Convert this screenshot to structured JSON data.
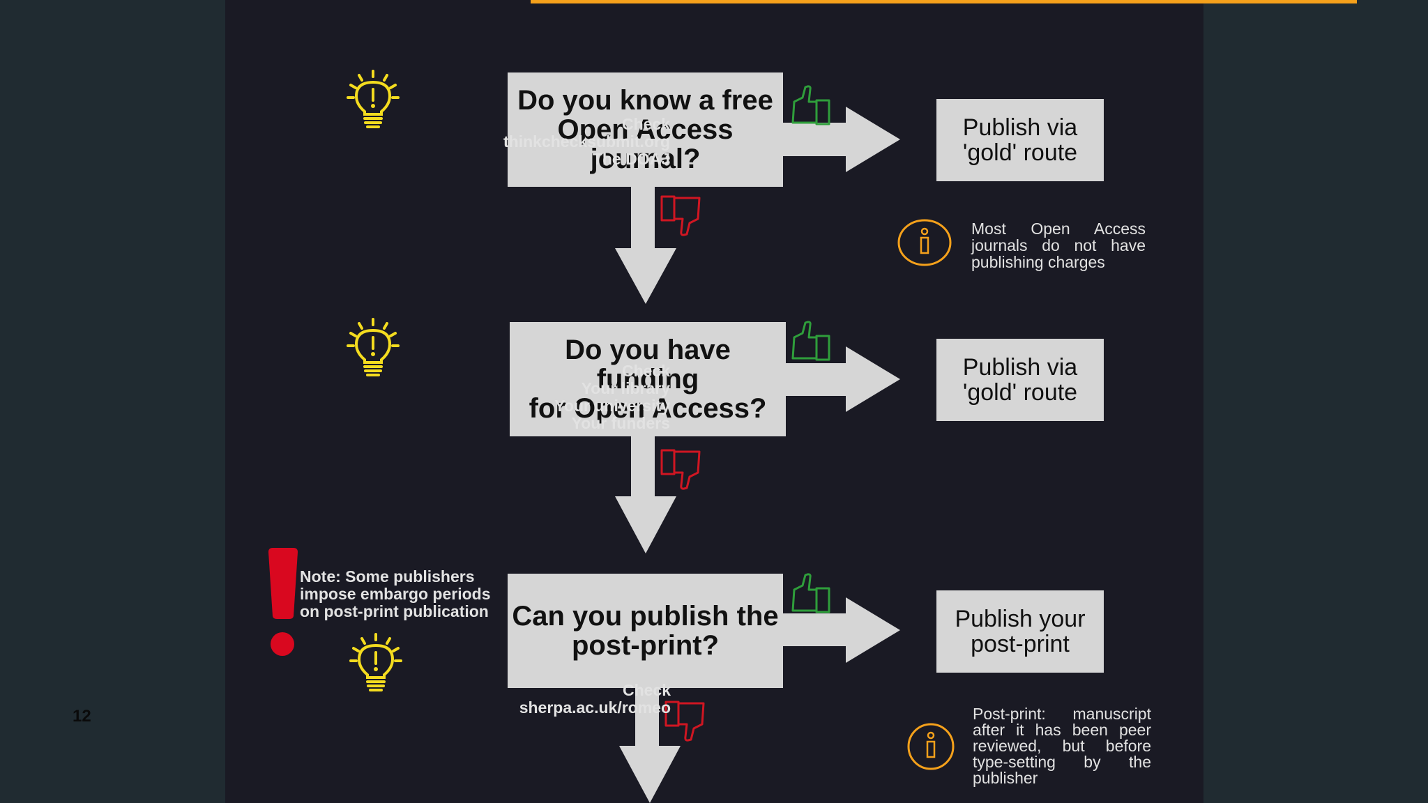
{
  "slide_number": "12",
  "colors": {
    "accent_bar": "#f5a11b",
    "thumb_up": "#2f9e3b",
    "thumb_down": "#d01622",
    "bulb": "#f4dc1f",
    "info_ring": "#f5a11b",
    "warning": "#d9081f",
    "box": "#d6d6d6"
  },
  "icons": [
    "lightbulb-icon",
    "thumbs-up-icon",
    "thumbs-down-icon",
    "info-icon",
    "exclamation-icon"
  ],
  "steps": [
    {
      "question_lines": [
        "Do you know a free",
        "Open Access",
        "journal?"
      ],
      "result_lines": [
        "Publish via",
        "'gold' route"
      ],
      "hint_lines": [
        "Check",
        "thinkchecksubmit.org",
        "The DOAJ"
      ]
    },
    {
      "question_lines": [
        "Do you have funding",
        "for Open Access?"
      ],
      "result_lines": [
        "Publish via",
        "'gold' route"
      ],
      "hint_lines": [
        "Check",
        "Your library",
        "Your university",
        "Your funders"
      ]
    },
    {
      "question_lines": [
        "Can you publish the",
        "post-print?"
      ],
      "result_lines": [
        "Publish your",
        "post-print"
      ],
      "hint_lines": [
        "Check",
        "sherpa.ac.uk/romeo"
      ]
    }
  ],
  "info_notes": [
    "Most Open Access journals do not have publishing charges",
    "Post-print: manuscript after it has been peer reviewed, but before type-setting by the publisher"
  ],
  "warning_note_lines": [
    "Note: Some publishers",
    "impose embargo periods",
    "on post-print publication"
  ]
}
